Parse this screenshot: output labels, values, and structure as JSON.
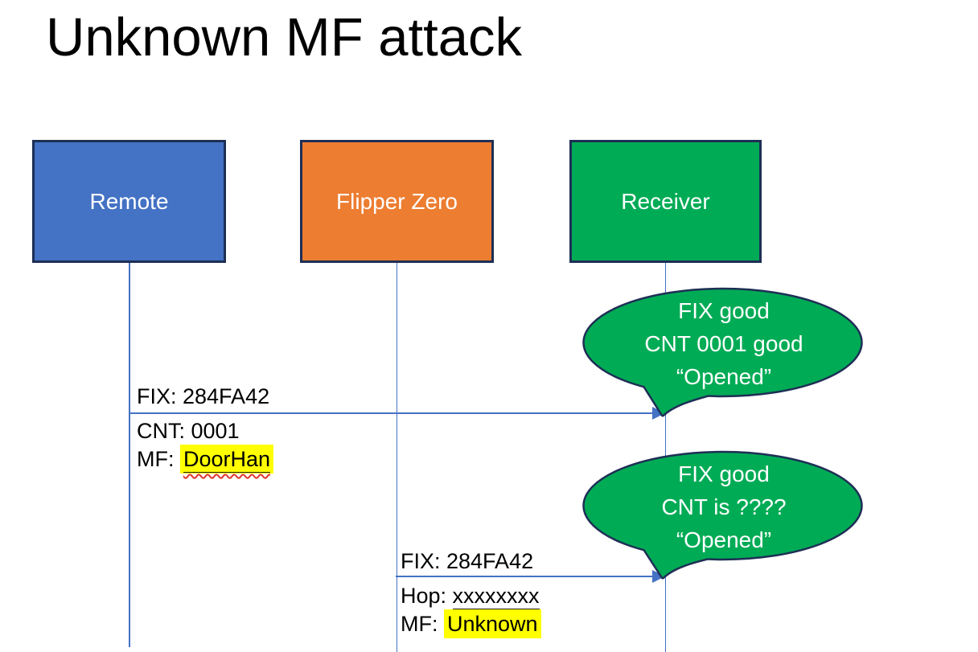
{
  "title": "Unknown MF attack",
  "actors": [
    {
      "label": "Remote",
      "color": "#4472C4"
    },
    {
      "label": "Flipper Zero",
      "color": "#ED7D31"
    },
    {
      "label": "Receiver",
      "color": "#00AB55"
    }
  ],
  "messages": [
    {
      "from": "Remote",
      "to": "Receiver",
      "above_line": "FIX: 284FA42",
      "below_line1": "CNT: 0001",
      "below_line2_prefix": "MF: ",
      "below_line2_value": "DoorHan"
    },
    {
      "from": "Flipper Zero",
      "to": "Receiver",
      "above_line": "FIX: 284FA42",
      "below_line1_prefix": "Hop: ",
      "below_line1_value": "xxxxxxxx",
      "below_line2_prefix": "MF: ",
      "below_line2_value": "Unknown"
    }
  ],
  "callouts": [
    {
      "line1": "FIX good",
      "line2": "CNT 0001 good",
      "line3": "“Opened”"
    },
    {
      "line1": "FIX good",
      "line2": "CNT is ????",
      "line3": "“Opened”"
    }
  ],
  "colors": {
    "remote_blue": "#4472C4",
    "flipper_orange": "#ED7D31",
    "receiver_green": "#00AB55",
    "outline_navy": "#1E2F55",
    "connector_blue": "#4472C4",
    "highlight_yellow": "#FFFF00",
    "spellcheck_red": "#E0362C"
  }
}
